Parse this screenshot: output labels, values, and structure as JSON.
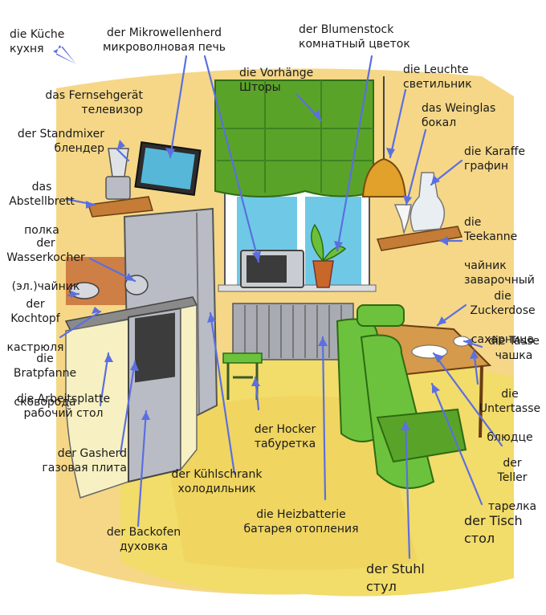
{
  "colors": {
    "arrow": "#5b6fe0",
    "wall": "#f4d37a",
    "floor": "#f2dc6a",
    "curtain": "#5aa329",
    "chair": "#6cc23c",
    "fridge": "#b9bcc4",
    "cabinet": "#f7f0c2",
    "table": "#d69a4c",
    "lamp": "#e1a12a",
    "radiator": "#a9abb2"
  },
  "labels": [
    {
      "id": "kueche",
      "de": "die Küche",
      "ru": "кухня"
    },
    {
      "id": "mikrowelle",
      "de": "der Mikrowellenherd",
      "ru": "микроволновая печь"
    },
    {
      "id": "blumenstock",
      "de": "der Blumenstock",
      "ru": "комнатный цветок"
    },
    {
      "id": "vorhaenge",
      "de": "die Vorhänge",
      "ru": "Шторы"
    },
    {
      "id": "leuchte",
      "de": "die Leuchte",
      "ru": "светильник"
    },
    {
      "id": "fernseher",
      "de": "das Fernsehgerät",
      "ru": "телевизор"
    },
    {
      "id": "weinglas",
      "de": "das Weinglas",
      "ru": "бокал"
    },
    {
      "id": "standmixer",
      "de": "der Standmixer",
      "ru": "блендер"
    },
    {
      "id": "karaffe",
      "de": "die Karaffe",
      "ru": "графин"
    },
    {
      "id": "abstellbrett",
      "de": "das\nAbstellbrett",
      "ru": "полка"
    },
    {
      "id": "teekanne",
      "de": "die\nTeekanne",
      "ru": "чайник\nзаварочный"
    },
    {
      "id": "wasserkocher",
      "de": "der\nWasserkocher",
      "ru": "(эл.)чайник"
    },
    {
      "id": "zuckerdose",
      "de": "die\nZuckerdose",
      "ru": "сахарница"
    },
    {
      "id": "kochtopf",
      "de": "der\nKochtopf",
      "ru": "кастрюля"
    },
    {
      "id": "tasse",
      "de": "die Tasse",
      "ru": "чашка"
    },
    {
      "id": "bratpfanne",
      "de": "die\nBratpfanne",
      "ru": "сковорода"
    },
    {
      "id": "untertasse",
      "de": "die\nUntertasse",
      "ru": "блюдце"
    },
    {
      "id": "arbeitsplatte",
      "de": "die Arbeitsplatte",
      "ru": "рабочий стол"
    },
    {
      "id": "hocker",
      "de": "der Hocker",
      "ru": "табуретка"
    },
    {
      "id": "teller",
      "de": "der\nTeller",
      "ru": "тарелка"
    },
    {
      "id": "gasherd",
      "de": "der Gasherd",
      "ru": "газовая плита"
    },
    {
      "id": "kuehlschrank",
      "de": "der Kühlschrank",
      "ru": "холодильник"
    },
    {
      "id": "heizbatterie",
      "de": "die Heizbatterie",
      "ru": "батарея отопления"
    },
    {
      "id": "tisch",
      "de": "der Tisch",
      "ru": "стол"
    },
    {
      "id": "backofen",
      "de": "der Backofen",
      "ru": "духовка"
    },
    {
      "id": "stuhl",
      "de": "der Stuhl",
      "ru": "стул"
    }
  ]
}
